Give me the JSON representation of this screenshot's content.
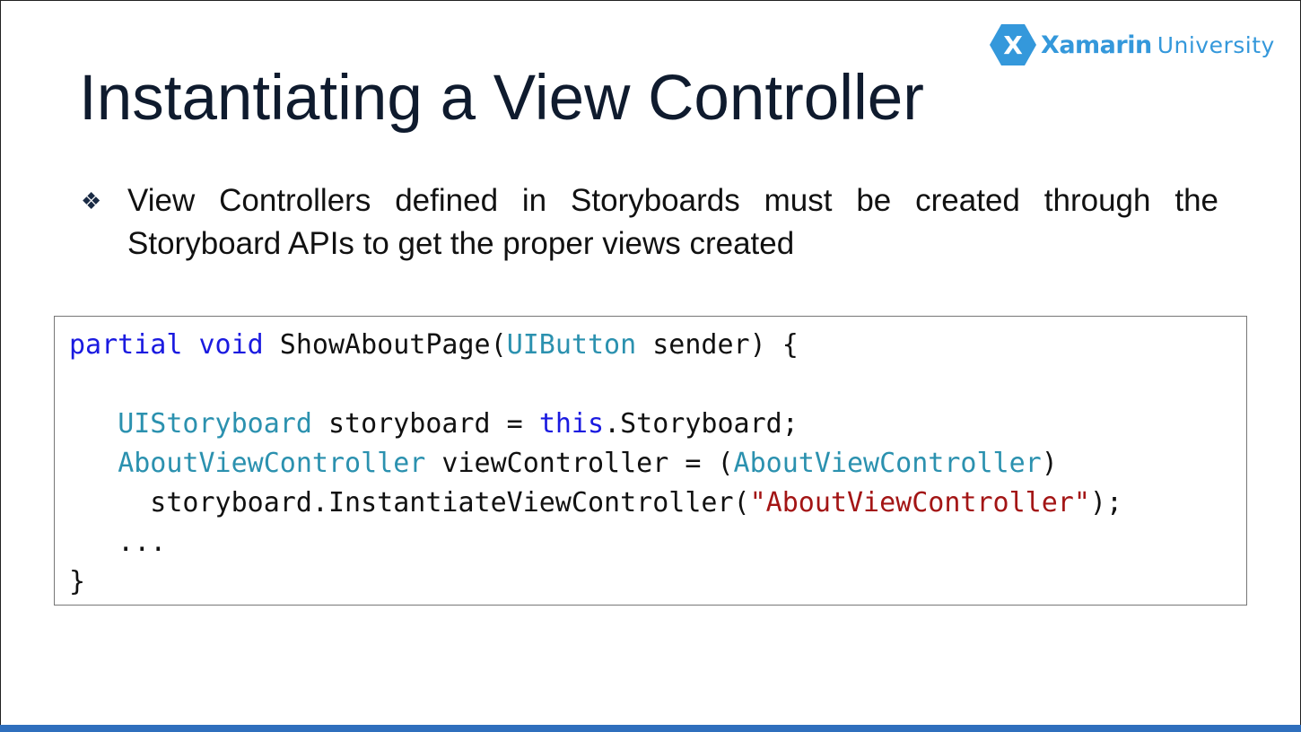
{
  "colors": {
    "brand_blue": "#3498db",
    "keyword": "#1a1ae0",
    "type": "#2b91af",
    "string": "#a31515",
    "plain": "#111111",
    "bottom_bar": "#2f6fbd"
  },
  "logo": {
    "hex_letter": "X",
    "word": "Xamarin",
    "sub": "University"
  },
  "title": "Instantiating a View Controller",
  "bullets": [
    {
      "icon": "diamond-bullet-icon",
      "text": "View Controllers defined in Storyboards must be created through the Storyboard APIs to get the proper views created"
    }
  ],
  "code": {
    "lines": [
      [
        {
          "t": "partial",
          "k": "keyword"
        },
        {
          "t": " ",
          "k": "plain"
        },
        {
          "t": "void",
          "k": "keyword"
        },
        {
          "t": " ShowAboutPage(",
          "k": "plain"
        },
        {
          "t": "UIButton",
          "k": "type"
        },
        {
          "t": " sender) {",
          "k": "plain"
        }
      ],
      [],
      [
        {
          "t": "   ",
          "k": "plain"
        },
        {
          "t": "UIStoryboard",
          "k": "type"
        },
        {
          "t": " storyboard = ",
          "k": "plain"
        },
        {
          "t": "this",
          "k": "keyword"
        },
        {
          "t": ".Storyboard;",
          "k": "plain"
        }
      ],
      [
        {
          "t": "   ",
          "k": "plain"
        },
        {
          "t": "AboutViewController",
          "k": "type"
        },
        {
          "t": " viewController = (",
          "k": "plain"
        },
        {
          "t": "AboutViewController",
          "k": "type"
        },
        {
          "t": ")",
          "k": "plain"
        }
      ],
      [
        {
          "t": "     storyboard.InstantiateViewController(",
          "k": "plain"
        },
        {
          "t": "\"AboutViewController\"",
          "k": "string"
        },
        {
          "t": ");",
          "k": "plain"
        }
      ],
      [
        {
          "t": "   ...",
          "k": "plain"
        }
      ],
      [
        {
          "t": "}",
          "k": "plain"
        }
      ]
    ]
  }
}
